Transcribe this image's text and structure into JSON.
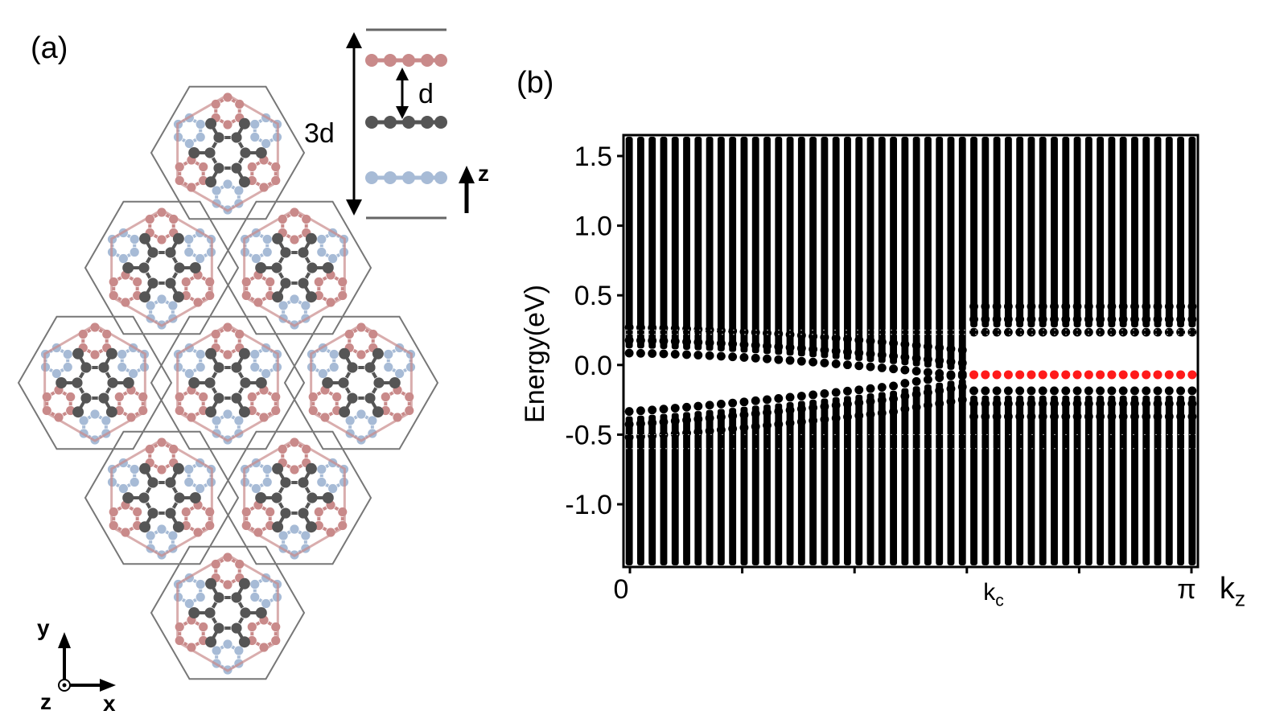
{
  "panel_a": {
    "label": "(a)",
    "stack_labels": {
      "total": "3d",
      "spacing": "d",
      "axis": "z"
    },
    "axes_labels": {
      "y": "y",
      "x": "x",
      "z": "z"
    },
    "layer_colors": {
      "top": "#c98a8a",
      "middle": "#555555",
      "bottom": "#a7bbd6"
    }
  },
  "panel_b": {
    "label": "(b)",
    "flat_band_color": "#ff1a1a"
  },
  "chart_data": {
    "type": "scatter",
    "title": "",
    "xlabel": "k_z",
    "ylabel": "Energy(eV)",
    "xlim": [
      0,
      3.14159
    ],
    "ylim": [
      -1.45,
      1.65
    ],
    "yticks": [
      1.5,
      1.0,
      0.5,
      0.0,
      -0.5,
      -1.0
    ],
    "ytick_labels": [
      "1.5",
      "1.0",
      "0.5",
      "0.0",
      "-0.5",
      "-1.0"
    ],
    "xtick_labels": [
      {
        "value": 0,
        "label": "0"
      },
      {
        "value": 1.9,
        "label": "k",
        "sub": "c"
      },
      {
        "value": 3.14159,
        "label": "π"
      }
    ],
    "x_axis_end_label": {
      "label": "k",
      "sub": "z"
    },
    "num_kz_points": 50,
    "gap_edges": {
      "upper": {
        "start": 0.12,
        "min": -0.05,
        "end_flat": 0.27
      },
      "lower": {
        "start": -0.37,
        "max": -0.12,
        "end_flat": -0.22
      }
    },
    "series": [
      {
        "values_desc": "bulk bands",
        "color": "#000000"
      },
      {
        "name": "",
        "color": "#ff1a1a",
        "x_range": [
          1.9,
          3.14159
        ],
        "y": -0.07
      }
    ]
  }
}
